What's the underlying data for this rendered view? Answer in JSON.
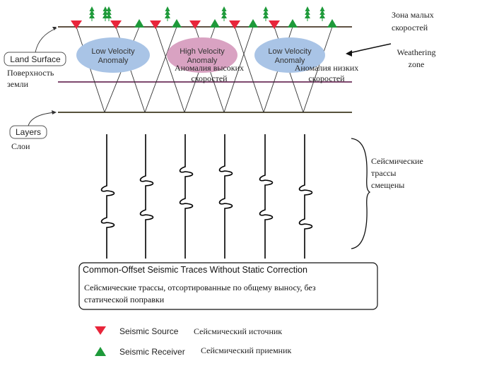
{
  "labels": {
    "zone_ru": "Зона малых скоростей",
    "weathering_en": "Weathering zone",
    "land_surface_en": "Land Surface",
    "land_surface_ru": "Поверхность земли",
    "layers_en": "Layers",
    "layers_ru": "Слои",
    "traces_shifted_ru": "Сейсмические трассы смещены"
  },
  "anomalies": [
    {
      "en": "Low Velocity Anomaly",
      "color": "#a9c4e6"
    },
    {
      "en": "High Velocity Anomaly",
      "color": "#d9a2c2",
      "ru": "Аномалия высоких скоростей"
    },
    {
      "en": "Low Velocity Anomaly",
      "color": "#a9c4e6",
      "ru": "Аномалия низких скоростей"
    }
  ],
  "caption": {
    "title_en": "Common-Offset Seismic Traces Without Static Correction",
    "body_ru": "Сейсмические трассы, отсортированные по общему выносу, без статической поправки"
  },
  "legend": [
    {
      "icon": "red-triangle-down",
      "color": "#e8253a",
      "en": "Seismic Source",
      "ru": "Сейсмический источник"
    },
    {
      "icon": "green-triangle-up",
      "color": "#1e9a3a",
      "en": "Seismic Receiver",
      "ru": "Сейсмический приемник"
    }
  ],
  "colors": {
    "surface_line": "#4a3a2a",
    "layer_line": "#6b2f5a",
    "bottom_layer": "#3f3a20",
    "source": "#e8253a",
    "receiver": "#1e9a3a",
    "tree": "#1e9a3a"
  }
}
